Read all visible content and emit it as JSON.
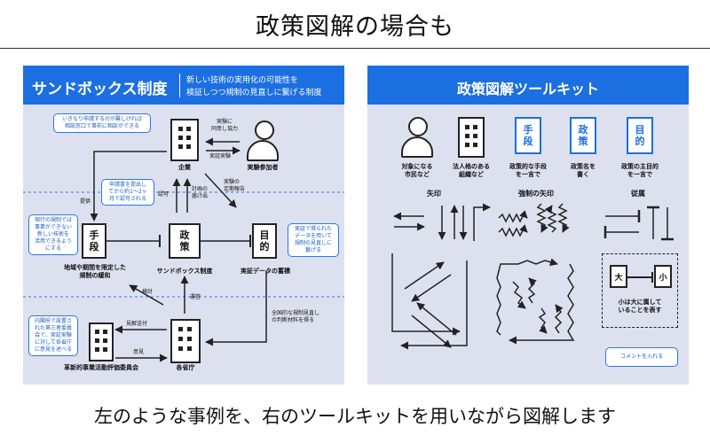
{
  "page_title": "政策図解の場合も",
  "caption": "左のような事例を、右のツールキットを用いながら図解します",
  "colors": {
    "accent": "#1c6fe0",
    "panel": "#dde1ef",
    "callout_text": "#1c5fc4",
    "line": "#222222"
  },
  "left": {
    "header_title": "サンドボックス制度",
    "header_desc_1": "新しい技術の実用化の可能性を",
    "header_desc_2": "検証しつつ規制の見直しに繋げる制度",
    "callouts": {
      "c1": "いきなり申請するのが難しければ\n相談窓口で事前に相談ができる",
      "c2": "申請書を提出し\nてから約1〜2ヶ\n月で認可される",
      "c3": "現行の規制では\n事業ができない\n新しい技術を\n活用できるよう\nにする",
      "c4": "実証で得られた\nデータを用いて\n規制の見直しに\n繋げる",
      "c5": "内閣府で設置さ\nれた第三者委員\n会で、実証実験\nに対して各省庁\nに意見を述べる"
    },
    "nodes": {
      "company": "企業",
      "participant": "実験参加者",
      "means_box": "手\n段",
      "policy_box": "政\n策",
      "goal_box": "目\n的",
      "means_label": "地域や期間を限定した\n規制の緩和",
      "policy_label": "サンドボックス制度",
      "goal_label": "実証データの蓄積",
      "committee": "革新的事業活動評価委員会",
      "ministries": "各省庁"
    },
    "edges": {
      "consult": "実験に\n同意し協力",
      "demo": "実証実験",
      "provide": "提供",
      "approve": "認可",
      "plan": "計画の\n届け出",
      "report": "実験の\n定期報告",
      "review": "検討",
      "operate": "運営",
      "opinion_send": "見解送付",
      "opinion": "意見",
      "nationwide": "全国的な規制見直し\nの判断材料を得る"
    }
  },
  "right": {
    "header_title": "政策図解ツールキット",
    "icons": {
      "person_label": "対象になる\n市民など",
      "building_label": "法人格のある\n組織など",
      "means_box": "手\n段",
      "means_label": "政策的な手段\nを一言で",
      "policy_box": "政\n策",
      "policy_label": "政策名を\n書く",
      "goal_box": "目\n的",
      "goal_label": "政策の主目的\nを一言で"
    },
    "sections": {
      "arrow": "矢印",
      "strong_arrow": "強制の矢印",
      "subordinate": "従属"
    },
    "sub_box": {
      "big": "大",
      "small": "小",
      "desc": "小は大に属して\nいることを表す"
    },
    "comment_callout": "コメントを入れる"
  }
}
